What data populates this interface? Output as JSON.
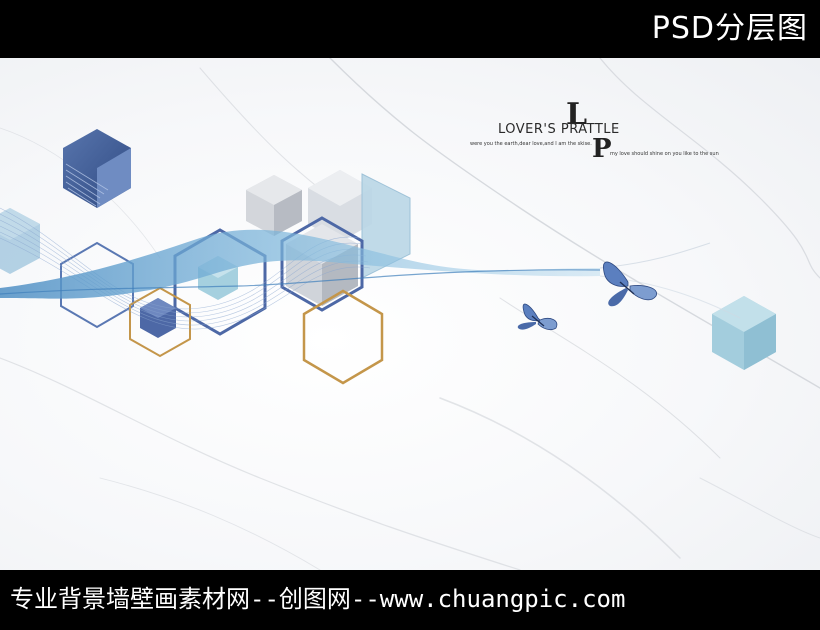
{
  "header": {
    "badge": "PSD分层图"
  },
  "artwork": {
    "logo": {
      "big_letter_top": "L",
      "big_letter_bottom": "P",
      "title": "LOVER'S PRATTLE",
      "subtitle_left": "were you the earth,dear love,and I am the skise.",
      "subtitle_right": "my love should shine on you like to the sun"
    }
  },
  "footer": {
    "text": "专业背景墙壁画素材网--创图网--www.chuangpic.com"
  },
  "colors": {
    "navy": "#3d5a96",
    "sky": "#a8cfe0",
    "gold": "#c4964a",
    "gray": "#c9ccd2",
    "ribbon": "#6aa6d0"
  }
}
